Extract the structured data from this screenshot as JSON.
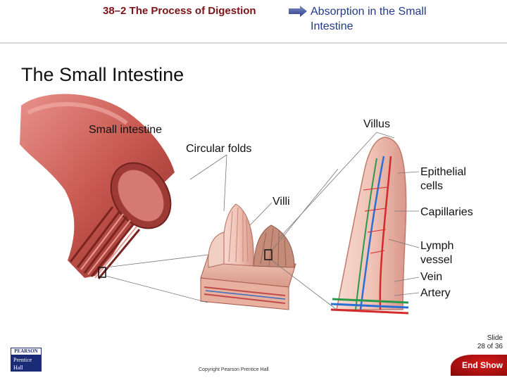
{
  "header": {
    "section": "38–2 The Process of Digestion",
    "topic_line1": "Absorption in the Small",
    "topic_line2": "Intestine"
  },
  "slide_title": "The Small Intestine",
  "labels": {
    "small_intestine": "Small intestine",
    "villus": "Villus",
    "circular_folds": "Circular folds",
    "villi": "Villi",
    "epithelial_1": "Epithelial",
    "epithelial_2": "cells",
    "capillaries": "Capillaries",
    "lymph_1": "Lymph",
    "lymph_2": "vessel",
    "vein": "Vein",
    "artery": "Artery"
  },
  "footer": {
    "publisher_top": "PEARSON",
    "publisher_1": "Prentice",
    "publisher_2": "Hall",
    "copyright": "Copyright Pearson Prentice Hall",
    "slide_label": "Slide",
    "slide_count": "28 of 36",
    "end_show": "End Show"
  },
  "colors": {
    "header_section": "#7a1418",
    "header_topic": "#223a88",
    "tissue": "#c85a55",
    "vein": "#2a6fd1",
    "artery": "#d42a2a",
    "lymph": "#2a9a4a",
    "end_show": "#c01414"
  }
}
